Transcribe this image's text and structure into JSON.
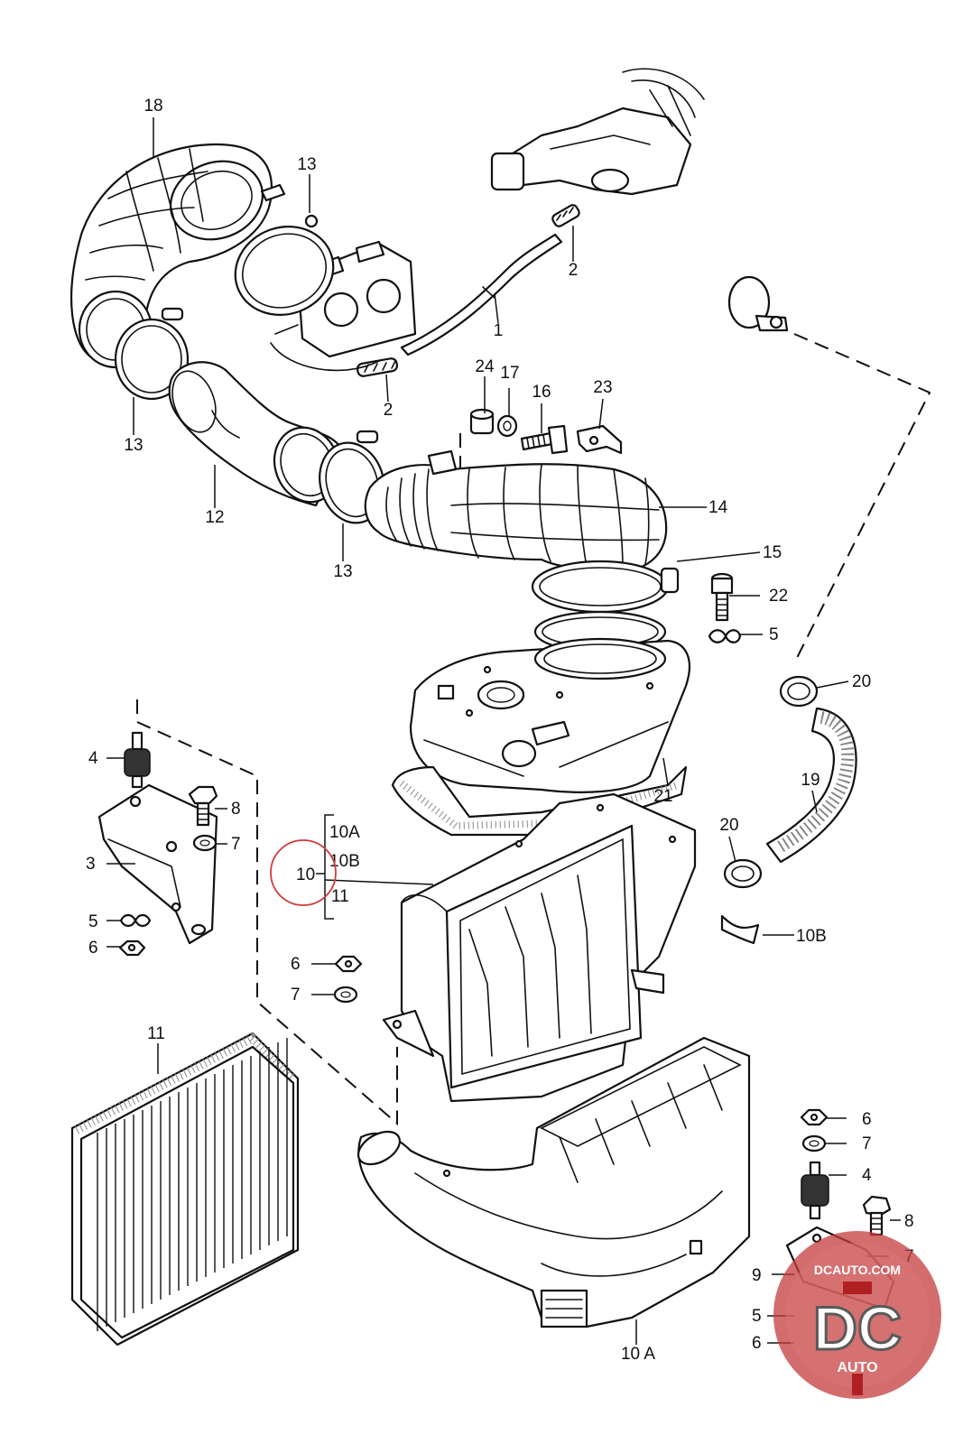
{
  "labels": {
    "p1": "1",
    "p2a": "2",
    "p2b": "2",
    "p3": "3",
    "p4a": "4",
    "p4b": "4",
    "p5a": "5",
    "p5b": "5",
    "p5c": "5",
    "p6a": "6",
    "p6b": "6",
    "p6c": "6",
    "p6d": "6",
    "p7a": "7",
    "p7b": "7",
    "p7c": "7",
    "p7d": "7",
    "p8a": "8",
    "p8b": "8",
    "p9": "9",
    "p10": "10",
    "p10a_group": "10A",
    "p10b_group": "10B",
    "p11_group": "11",
    "p10b": "10B",
    "p10a": "10 A",
    "p11": "11",
    "p12": "12",
    "p13a": "13",
    "p13b": "13",
    "p13c": "13",
    "p14": "14",
    "p15": "15",
    "p16": "16",
    "p17": "17",
    "p18": "18",
    "p19": "19",
    "p20a": "20",
    "p20b": "20",
    "p21": "21",
    "p22": "22",
    "p23": "23",
    "p24": "24"
  },
  "watermark": {
    "site": "DCAUTO.COM",
    "mark": "DC",
    "sub": "AUTO"
  },
  "colors": {
    "ink": "#111111",
    "highlight_circle": "#d23a3a",
    "watermark_red": "#c43c3c"
  }
}
